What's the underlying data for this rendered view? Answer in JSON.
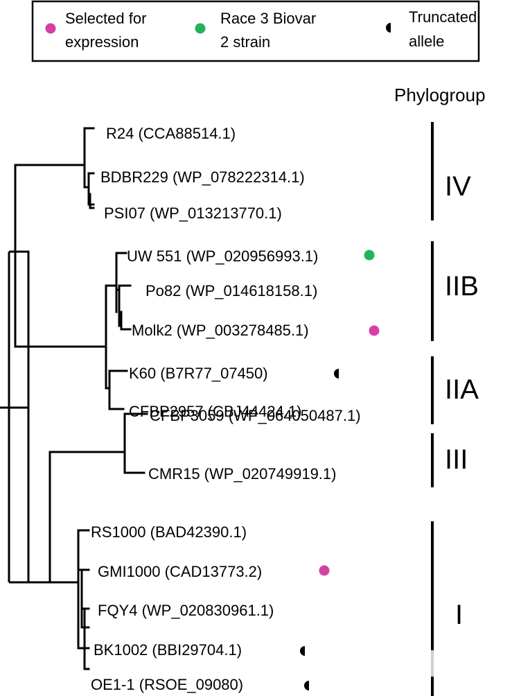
{
  "legend": {
    "items": [
      {
        "label_line1": "Selected for",
        "label_line2": "expression",
        "label_line3": "",
        "marker": "filled-circle",
        "color": "#d63fa6"
      },
      {
        "label_line1": "Race 3 Biovar",
        "label_line2": "2 strain",
        "label_line3": "",
        "marker": "filled-circle",
        "color": "#22b35a"
      },
      {
        "label_line1": "Truncated",
        "label_line2": "allele",
        "label_line3": "",
        "marker": "half-circle",
        "color": "#000000"
      }
    ]
  },
  "phylogroup_header": "Phylogroup",
  "taxa": [
    {
      "label": "R24 (CCA88514.1)",
      "marker": ""
    },
    {
      "label": "BDBR229 (WP_078222314.1)",
      "marker": ""
    },
    {
      "label": "PSI07 (WP_013213770.1)",
      "marker": ""
    },
    {
      "label": "UW 551 (WP_020956993.1)",
      "marker": "race3-biovar2"
    },
    {
      "label": "Po82 (WP_014618158.1)",
      "marker": ""
    },
    {
      "label": "Molk2 (WP_003278485.1)",
      "marker": "selected"
    },
    {
      "label": "K60 (B7R77_07450)",
      "marker": "truncated"
    },
    {
      "label": "CFBP2957 (CBJ44424.1)",
      "marker": ""
    },
    {
      "label": "CFBP3059 (WP_064050487.1)",
      "marker": ""
    },
    {
      "label": "CMR15 (WP_020749919.1)",
      "marker": ""
    },
    {
      "label": "RS1000 (BAD42390.1)",
      "marker": ""
    },
    {
      "label": "GMI1000 (CAD13773.2)",
      "marker": "selected"
    },
    {
      "label": "FQY4 (WP_020830961.1)",
      "marker": ""
    },
    {
      "label": "BK1002 (BBI29704.1)",
      "marker": "truncated"
    },
    {
      "label": "OE1-1 (RSOE_09080)",
      "marker": "truncated"
    }
  ],
  "phylogroups": [
    {
      "name": "IV"
    },
    {
      "name": "IIB"
    },
    {
      "name": "IIA"
    },
    {
      "name": "III"
    },
    {
      "name": "I"
    }
  ],
  "colors": {
    "selected": "#d63fa6",
    "race3": "#22b35a",
    "truncated": "#000000",
    "bar_gap": "#d0d0d0"
  }
}
